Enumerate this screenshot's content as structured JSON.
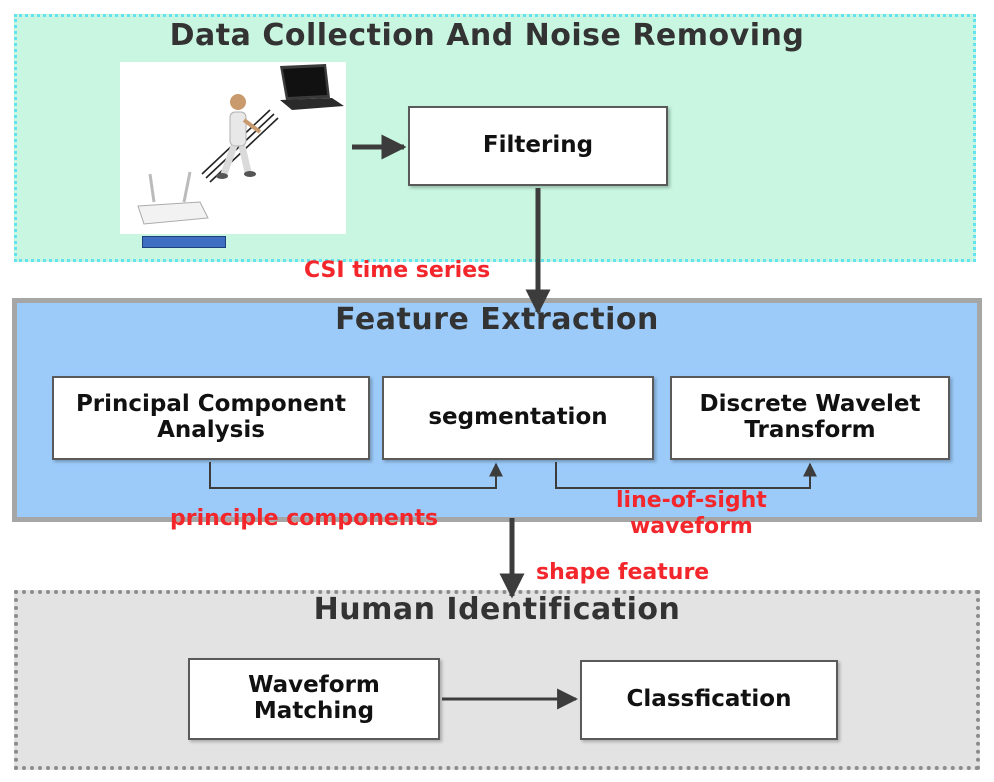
{
  "colors": {
    "top_section_fill": "#c8f6e0",
    "top_section_border": "#63e3f0",
    "middle_section_fill": "#9ccbfa",
    "middle_section_border": "#a6a6a6",
    "bottom_section_fill": "#e3e3e3",
    "bottom_section_border": "#8c8c8c",
    "label_red": "#f2262b",
    "arrow": "#3c3c3c"
  },
  "sections": {
    "data_collection": {
      "title": "Data Collection And Noise Removing"
    },
    "feature_extraction": {
      "title": "Feature Extraction"
    },
    "human_identification": {
      "title": "Human Identification"
    }
  },
  "boxes": {
    "filtering": "Filtering",
    "pca": "Principal Component\nAnalysis",
    "segmentation": "segmentation",
    "dwt": "Discrete Wavelet\nTransform",
    "waveform_matching": "Waveform\nMatching",
    "classification": "Classfication"
  },
  "labels": {
    "csi_time_series": "CSI time series",
    "principle_components": "principle components",
    "line_of_sight": "line-of-sight\nwaveform",
    "shape_feature": "shape feature"
  },
  "illustration": {
    "icons": [
      "person-walking-icon",
      "laptop-icon",
      "wifi-router-icon",
      "signal-waves-icon"
    ]
  }
}
